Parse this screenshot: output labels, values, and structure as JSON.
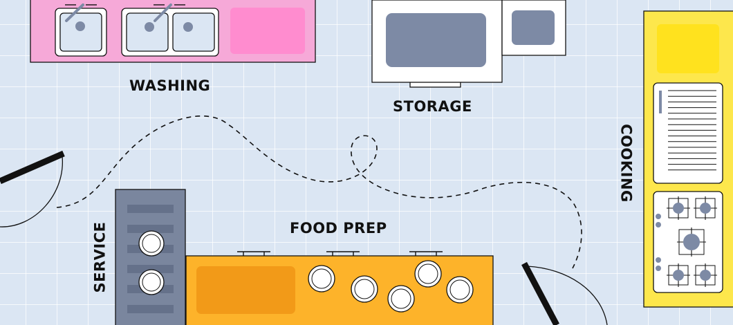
{
  "zones": {
    "washing": "WASHING",
    "storage": "STORAGE",
    "food_prep": "FOOD PREP",
    "service": "SERVICE",
    "cooking": "COOKING"
  },
  "colors": {
    "background": "#dbe6f3",
    "grid": "#ffffff",
    "washing_counter": "#f6a9d8",
    "washing_basin": "#ff8ccf",
    "storage_unit": "#7d8aa5",
    "cooking_counter": "#fde74c",
    "service_counter": "#7a869e",
    "food_prep_counter": "#fdb32a",
    "food_prep_sink": "#f29a18",
    "walls_and_doors": "#111111"
  }
}
